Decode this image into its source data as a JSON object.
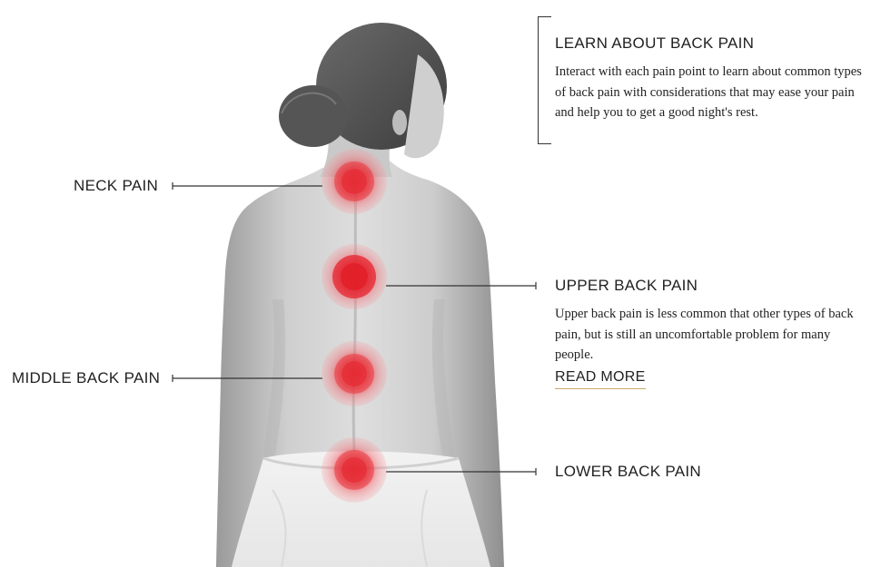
{
  "intro": {
    "heading": "LEARN ABOUT BACK PAIN",
    "text": "Interact with each pain point to learn about common types of back pain with considerations that may ease your pain and help you to get a good night's rest."
  },
  "labels": {
    "neck": "NECK PAIN",
    "middle": "MIDDLE BACK PAIN",
    "upper": "UPPER BACK PAIN",
    "lower": "LOWER BACK PAIN"
  },
  "upper_detail": {
    "text": "Upper back pain is less common that other types of back pain, but is still an uncomfortable problem for many people.",
    "read_more": "READ MORE"
  },
  "colors": {
    "pain_core": "#e52630",
    "pain_glow": "#f26b72",
    "accent_underline": "#c8a96a"
  },
  "image": {
    "subject": "woman-back-photo"
  }
}
